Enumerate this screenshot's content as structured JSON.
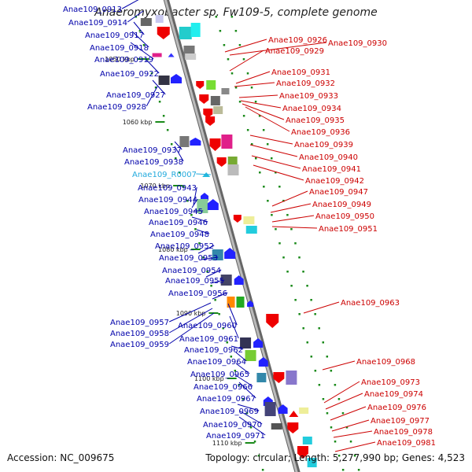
{
  "title": "Anaeromyxobacter sp. Fw109-5, complete genome",
  "accession": "Accession: NC_009675",
  "summary": "Topology: circular; Length: 5,277,990 bp; Genes: 4,523",
  "colors": {
    "left_labels": "#0000aa",
    "right_labels": "#cc0000",
    "rna_label": "#22aadd",
    "backbone": "#999999"
  },
  "ruler": [
    {
      "label": "1050 kbp"
    },
    {
      "label": "1060 kbp"
    },
    {
      "label": "1070 kbp"
    },
    {
      "label": "1080 kbp"
    },
    {
      "label": "1090 kbp"
    },
    {
      "label": "1100 kbp"
    },
    {
      "label": "1110 kbp"
    }
  ],
  "left_genes": [
    "Anae109_0913",
    "Anae109_0914",
    "Anae109_0917",
    "Anae109_0918",
    "Anae109_0919",
    "Anae109_0922",
    "Anae109_0927",
    "Anae109_0928",
    "Anae109_0937",
    "Anae109_0938",
    "Anae109_R0007",
    "Anae109_0943",
    "Anae109_0944",
    "Anae109_0945",
    "Anae109_0946",
    "Anae109_0948",
    "Anae109_0952",
    "Anae109_0953",
    "Anae109_0954",
    "Anae109_0955",
    "Anae109_0956",
    "Anae109_0957",
    "Anae109_0960",
    "Anae109_0958",
    "Anae109_0959",
    "Anae109_0961",
    "Anae109_0962",
    "Anae109_0964",
    "Anae109_0965",
    "Anae109_0966",
    "Anae109_0967",
    "Anae109_0969",
    "Anae109_0970",
    "Anae109_0971"
  ],
  "right_genes": [
    "Anae109_0926",
    "Anae109_0930",
    "Anae109_0929",
    "Anae109_0931",
    "Anae109_0932",
    "Anae109_0933",
    "Anae109_0934",
    "Anae109_0935",
    "Anae109_0936",
    "Anae109_0939",
    "Anae109_0940",
    "Anae109_0941",
    "Anae109_0942",
    "Anae109_0947",
    "Anae109_0949",
    "Anae109_0950",
    "Anae109_0951",
    "Anae109_0963",
    "Anae109_0968",
    "Anae109_0973",
    "Anae109_0974",
    "Anae109_0976",
    "Anae109_0977",
    "Anae109_0978",
    "Anae109_0981"
  ]
}
